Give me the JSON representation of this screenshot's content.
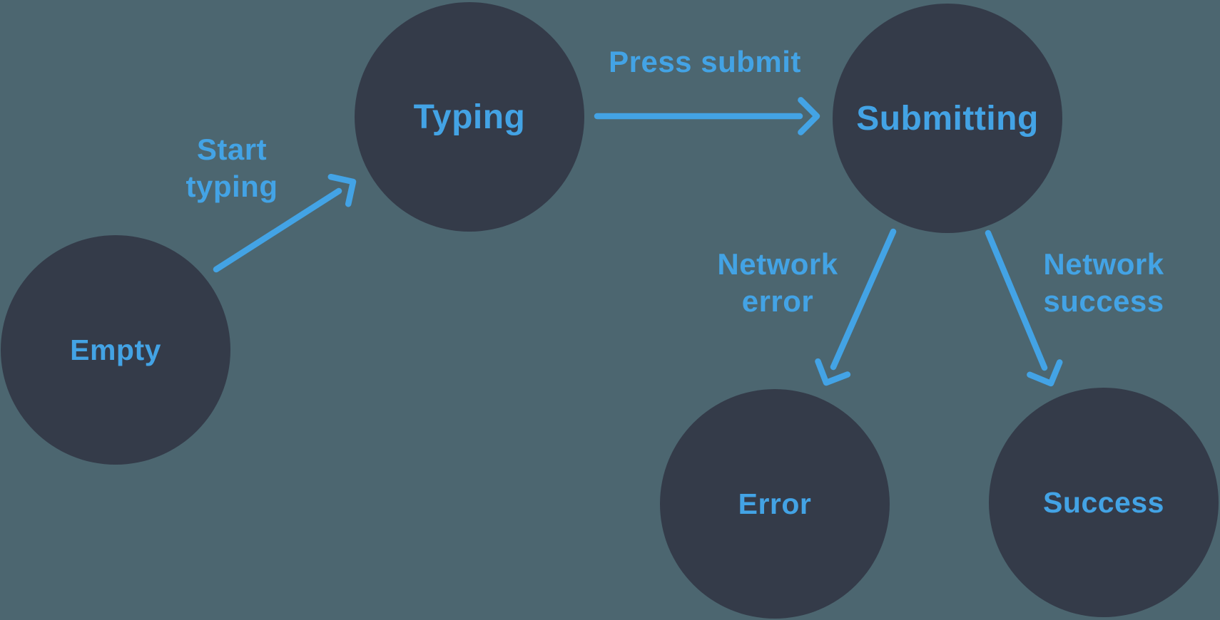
{
  "colors": {
    "background": "#4C6670",
    "node_fill": "#343B49",
    "accent_blue": "#43A3E5"
  },
  "diagram": {
    "type": "state-machine",
    "nodes": [
      {
        "id": "empty",
        "label": "Empty"
      },
      {
        "id": "typing",
        "label": "Typing"
      },
      {
        "id": "submitting",
        "label": "Submitting"
      },
      {
        "id": "error",
        "label": "Error"
      },
      {
        "id": "success",
        "label": "Success"
      }
    ],
    "edges": [
      {
        "from": "empty",
        "to": "typing",
        "label": "Start\ntyping"
      },
      {
        "from": "typing",
        "to": "submitting",
        "label": "Press submit"
      },
      {
        "from": "submitting",
        "to": "error",
        "label": "Network\nerror"
      },
      {
        "from": "submitting",
        "to": "success",
        "label": "Network\nsuccess"
      }
    ]
  }
}
